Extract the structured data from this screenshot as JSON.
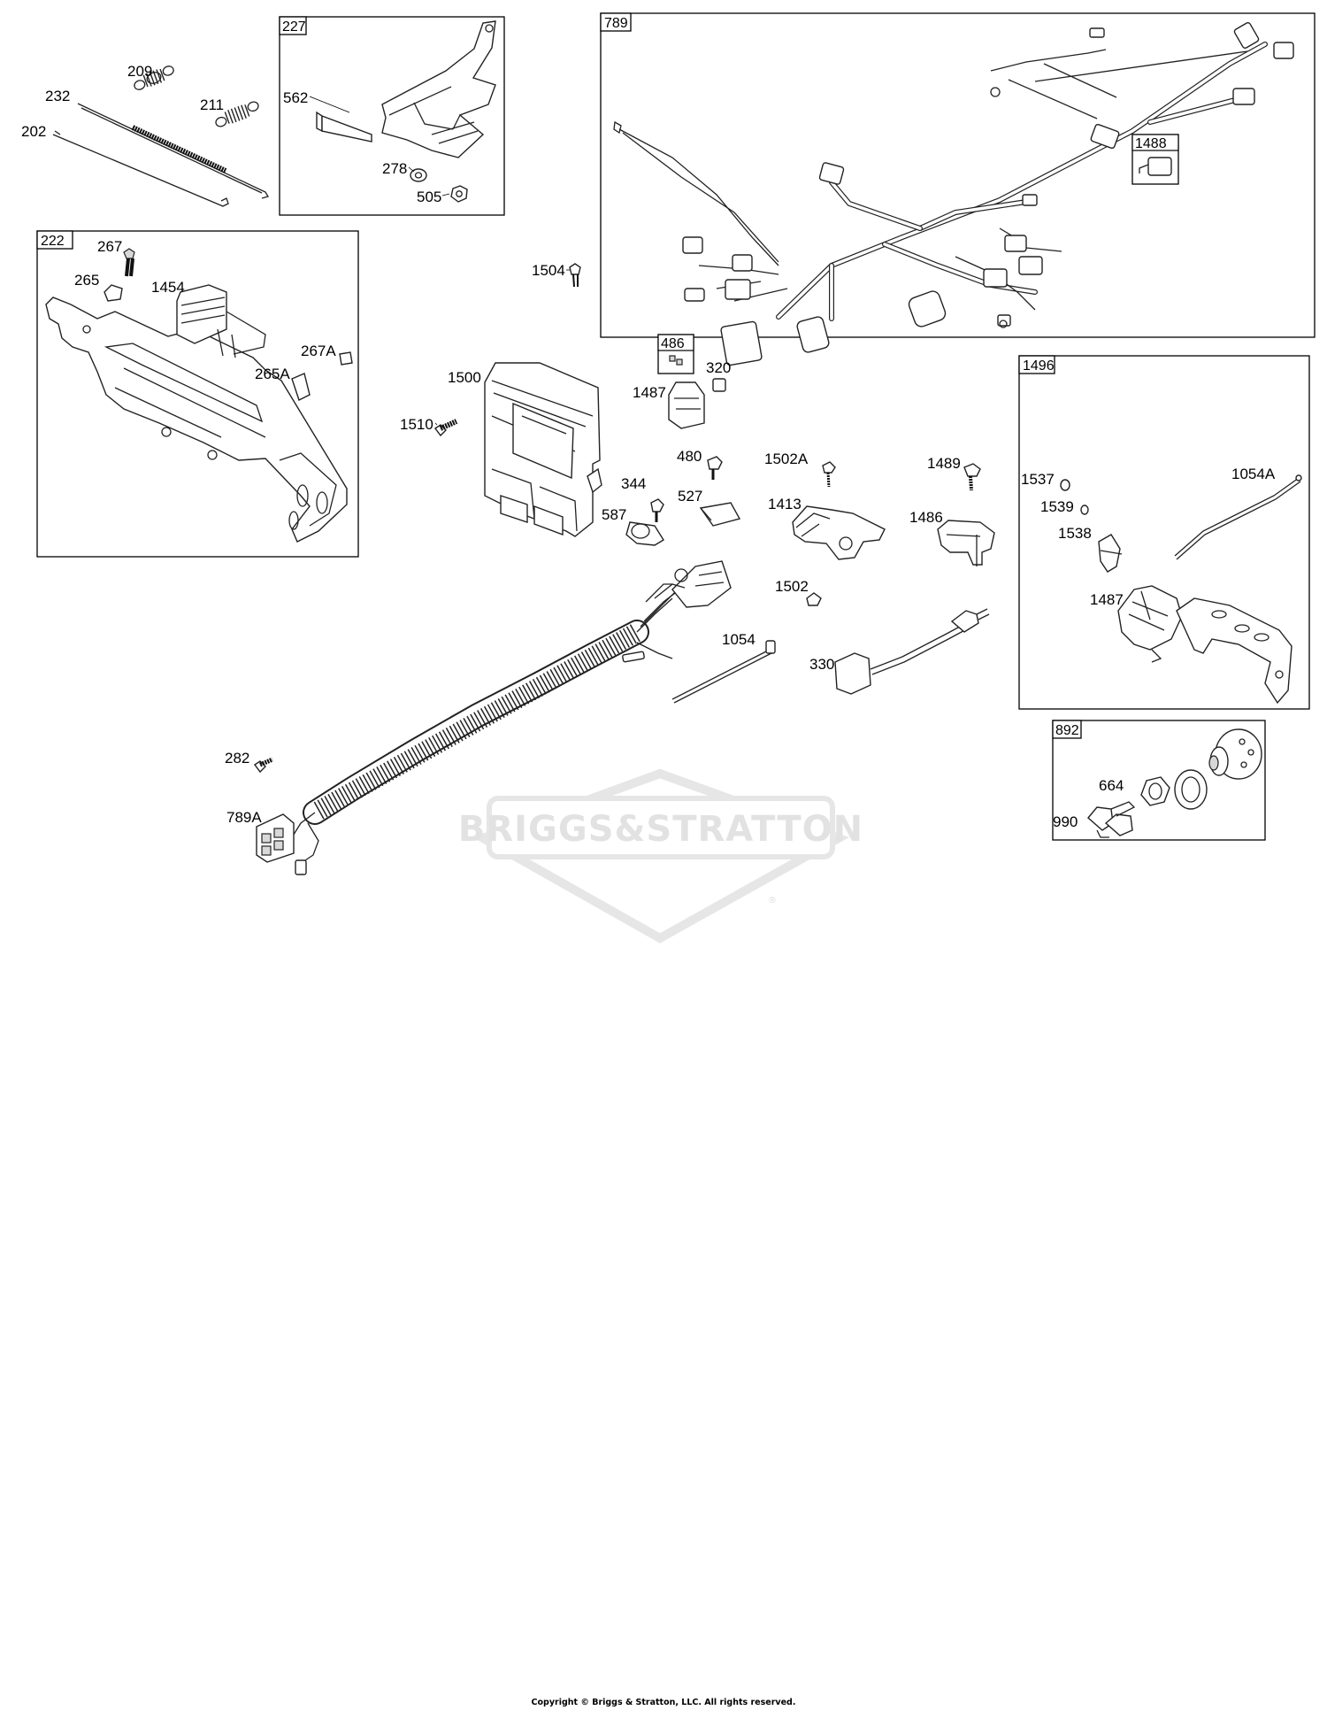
{
  "diagram": {
    "watermark": "BRIGGS&STRATTON",
    "watermark_mark": "®",
    "groups": [
      {
        "id": "227"
      },
      {
        "id": "222"
      },
      {
        "id": "789"
      },
      {
        "id": "486"
      },
      {
        "id": "1488"
      },
      {
        "id": "1496"
      },
      {
        "id": "892"
      }
    ],
    "labels": [
      "209",
      "232",
      "211",
      "202",
      "562",
      "278",
      "505",
      "267",
      "265",
      "1454",
      "267A",
      "265A",
      "1504",
      "1500",
      "1510",
      "1487",
      "320",
      "480",
      "344",
      "1502A",
      "1489",
      "587",
      "527",
      "1413",
      "1486",
      "1537",
      "1054A",
      "1539",
      "1538",
      "1502",
      "1054",
      "330",
      "282",
      "789A",
      "664",
      "990"
    ]
  },
  "footer": "Copyright © Briggs & Stratton, LLC. All rights reserved."
}
